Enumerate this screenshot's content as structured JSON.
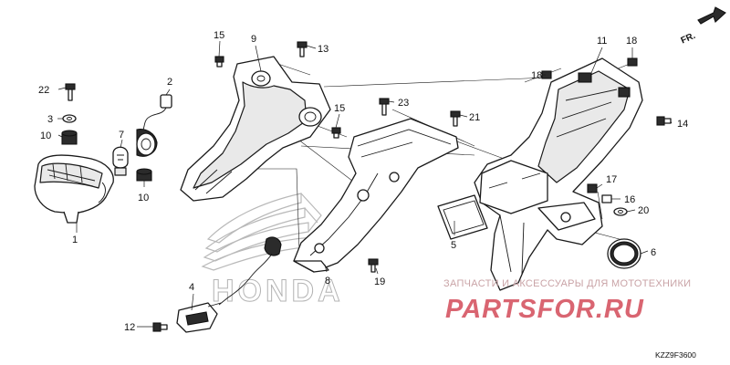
{
  "diagram": {
    "callouts": [
      "1",
      "2",
      "3",
      "4",
      "5",
      "6",
      "7",
      "8",
      "9",
      "10",
      "10",
      "11",
      "12",
      "13",
      "14",
      "15",
      "15",
      "16",
      "17",
      "18",
      "18",
      "19",
      "20",
      "21",
      "22",
      "23"
    ],
    "diagram_code": "KZZ9F3600",
    "direction_label": "FR.",
    "watermark": {
      "line1": "ЗАПЧАСТИ И АКСЕССУАРЫ ДЛЯ МОТОТЕХНИКИ",
      "line2": "PARTSFOR.RU"
    },
    "background_mark": {
      "brand_text": "HONDA",
      "icon": "honda-wing-icon",
      "color": "#b9b9b9"
    },
    "colors": {
      "lines": "#1a1a1a",
      "watermark_accent": "#cf3a4a",
      "watermark_text": "#c9a3a6"
    }
  }
}
